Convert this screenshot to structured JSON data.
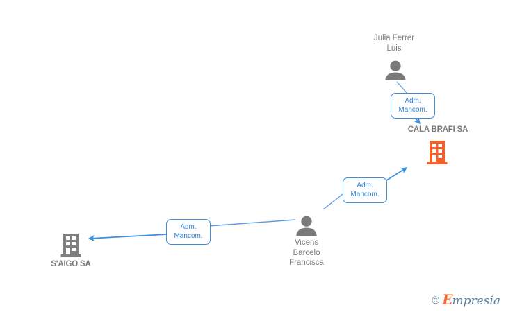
{
  "diagram": {
    "title": "Empresia corporate relationship graph",
    "background_color": "#ffffff",
    "colors": {
      "edge_blue": "#3e8ede",
      "label_border": "#3e8ede",
      "label_text": "#2f7fd4",
      "person_gray": "#7a7a7a",
      "company_orange": "#f4602c",
      "company_gray": "#808080",
      "caption_gray": "#7d7d7d"
    },
    "nodes": [
      {
        "id": "julia",
        "type": "person",
        "icon": "person-avatar-icon",
        "label": "Julia Ferrer\nLuis",
        "color": "#7a7a7a"
      },
      {
        "id": "cala-brafi",
        "type": "company",
        "icon": "building-icon",
        "label": "CALA BRAFI SA",
        "color": "#f4602c"
      },
      {
        "id": "vicens",
        "type": "person",
        "icon": "person-avatar-icon",
        "label": "Vicens\nBarcelo\nFrancisca",
        "color": "#7a7a7a"
      },
      {
        "id": "saigo",
        "type": "company",
        "icon": "building-icon",
        "label": "S'AIGO SA",
        "color": "#808080"
      }
    ],
    "edges": [
      {
        "id": "e1",
        "from": "julia",
        "to": "cala-brafi",
        "label": "Adm.\nMancom."
      },
      {
        "id": "e2",
        "from": "vicens",
        "to": "cala-brafi",
        "label": "Adm.\nMancom."
      },
      {
        "id": "e3",
        "from": "vicens",
        "to": "saigo",
        "label": "Adm.\nMancom."
      }
    ]
  },
  "watermark": {
    "copyright": "©",
    "brand_initial": "E",
    "brand_rest": "mpresia"
  }
}
